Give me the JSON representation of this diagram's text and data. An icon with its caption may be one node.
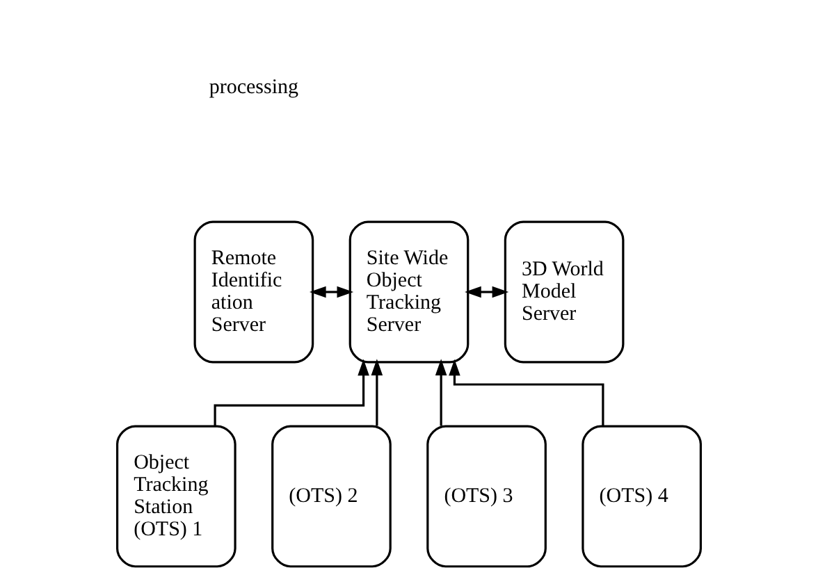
{
  "diagram": {
    "nodes": [
      {
        "text": [
          "Remote Identific ation Server"
        ]
      },
      {
        "text": [
          "Site Wide Object Tracking Server"
        ]
      },
      {
        "text": [
          "3D World Model Server"
        ]
      },
      {
        "text": [
          "Object Tracking Station (OTS) 1"
        ]
      },
      {
        "text": [
          "(OTS) 2"
        ]
      },
      {
        "text": [
          "(OTS) 3"
        ]
      },
      {
        "text": [
          "(OTS) 4"
        ]
      }
    ],
    "edges": [
      {
        "from": 0,
        "to": 1,
        "arrow": "both"
      },
      {
        "from": 1,
        "to": 2,
        "arrow": "both"
      },
      {
        "from": 3,
        "to": 1,
        "arrow": "to"
      },
      {
        "from": 4,
        "to": 1,
        "arrow": "to"
      },
      {
        "from": 5,
        "to": 1,
        "arrow": "to"
      },
      {
        "from": 6,
        "to": 1,
        "arrow": "to"
      }
    ],
    "labels": [
      "processing"
    ]
  }
}
